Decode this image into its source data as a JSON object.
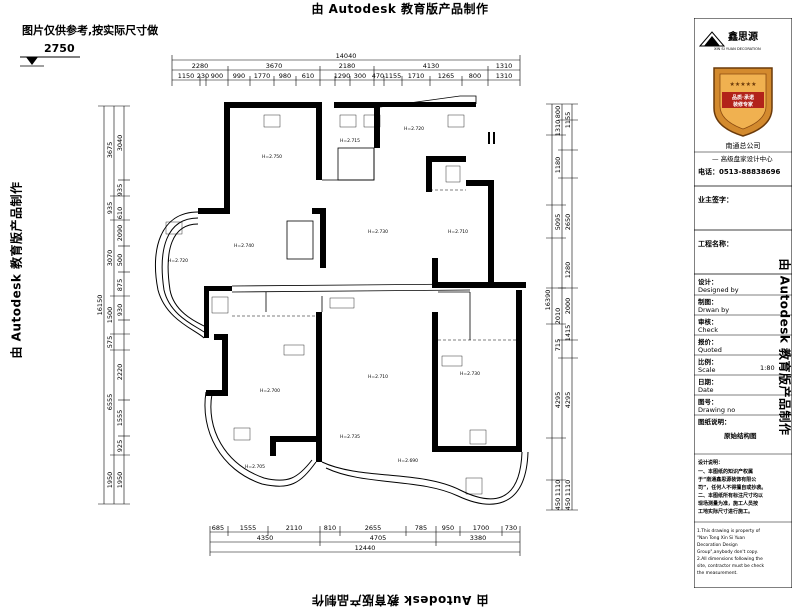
{
  "watermark": "由 Autodesk 教育版产品制作",
  "reference_note": "图片仅供参考,按实际尺寸做",
  "level_marker": "2750",
  "dims": {
    "top_total": "14040",
    "top_row1": [
      "2280",
      "3670",
      "2180",
      "4130",
      "1310"
    ],
    "top_row2": [
      "1150",
      "230",
      "900",
      "990",
      "1770",
      "980",
      "610",
      "1290",
      "300",
      "470",
      "1155",
      "1710",
      "1265",
      "800",
      "1310"
    ],
    "bottom_total": "12440",
    "bottom_row1": [
      "685",
      "1555",
      "2110",
      "810",
      "2655",
      "785",
      "950",
      "1700",
      "730"
    ],
    "bottom_row2": [
      "4350",
      "4705",
      "3380"
    ],
    "left_total": "16150",
    "left_col1": [
      "3675",
      "935",
      "3070",
      "1500",
      "575",
      "6555",
      "1950"
    ],
    "left_col2": [
      "3040",
      "935",
      "610",
      "2090",
      "500",
      "875",
      "930",
      "2220",
      "1555",
      "925",
      "1950"
    ],
    "right_total": "16390",
    "right_col1": [
      "1155",
      "2650",
      "1280",
      "2000",
      "1415",
      "4295",
      "1110",
      "450"
    ],
    "right_col2": [
      "800",
      "1310",
      "1180",
      "5095",
      "2010",
      "715",
      "4295",
      "1110",
      "450"
    ]
  },
  "rooms": [
    {
      "label": "H=2.750"
    },
    {
      "label": "H=2.720"
    },
    {
      "label": "H=2.740"
    },
    {
      "label": "H=2.730"
    },
    {
      "label": "H=2.710"
    },
    {
      "label": "H=2.720"
    },
    {
      "label": "H=2.700"
    },
    {
      "label": "H=2.710"
    },
    {
      "label": "H=2.730"
    },
    {
      "label": "H=2.735"
    },
    {
      "label": "H=2.690"
    },
    {
      "label": "H=2.715"
    },
    {
      "label": "H=2.705"
    }
  ],
  "title_block": {
    "company_name": "鑫思源",
    "company_sub": "XIN SI YUAN DECORATION",
    "badge_line1": "品质·承诺",
    "badge_line2": "装修专家",
    "branch": "南通总公司",
    "center": "— 高级盘家设计中心",
    "phone": "电话：0513-88838696",
    "owner_label": "业主签字：",
    "project_label": "工程名称：",
    "designer_cn": "设计：",
    "designer_en": "Designed by",
    "drawer_cn": "制图：",
    "drawer_en": "Drwan by",
    "checker_cn": "审核：",
    "checker_en": "Check",
    "quote_cn": "报价：",
    "quote_en": "Quoted",
    "scale_cn": "比例：",
    "scale_en": "Scale",
    "scale_value": "1:80",
    "date_cn": "日期：",
    "date_en": "Date",
    "drawing_no_cn": "图号：",
    "drawing_no_en": "Drawing no",
    "drawing_desc_label": "图纸说明：",
    "drawing_desc_value": "原始结构图",
    "notes_cn_title": "设计说明：",
    "notes_cn": [
      "一、本图纸的知识产权属",
      "于“南通鑫思源装饰有限公",
      "司”，任何人不得擅自或抄袭。",
      "二、本图纸所有标注尺寸均以",
      "现场测量为准，施工人员按",
      "工地实际尺寸进行施工。"
    ],
    "notes_en": [
      "1.This drawing is property of",
      "\"Nan Tong Xin Si Yuan",
      "Decoration Design",
      "Group\",anybody don't copy.",
      "2.All dimensions following the",
      "site, contractor must be check",
      "the measurement."
    ]
  }
}
